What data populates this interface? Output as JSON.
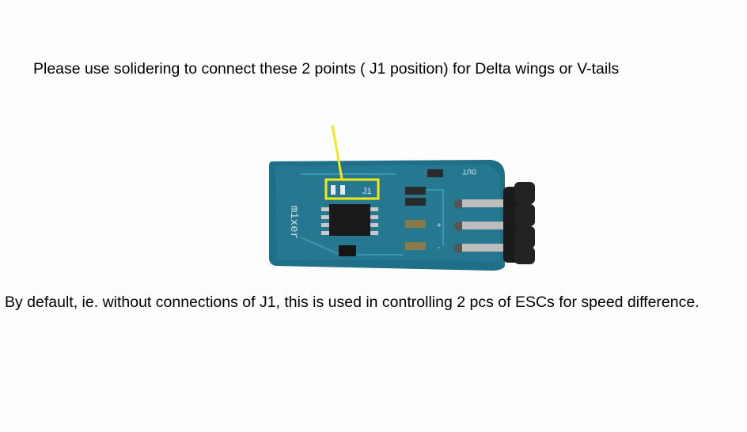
{
  "instruction": "Please use solidering to connect these 2 points ( J1 position) for Delta wings or V-tails",
  "note": "By default, ie. without connections of J1, this is used in controlling 2 pcs of ESCs for speed difference.",
  "board": {
    "silkscreen_mixer": "mixer",
    "silkscreen_out": "OUT",
    "jumper_label": "J1",
    "pin_plus": "+",
    "pin_minus": "-",
    "highlight_color": "#f2ea14",
    "pcb_color": "#1f6f88"
  }
}
